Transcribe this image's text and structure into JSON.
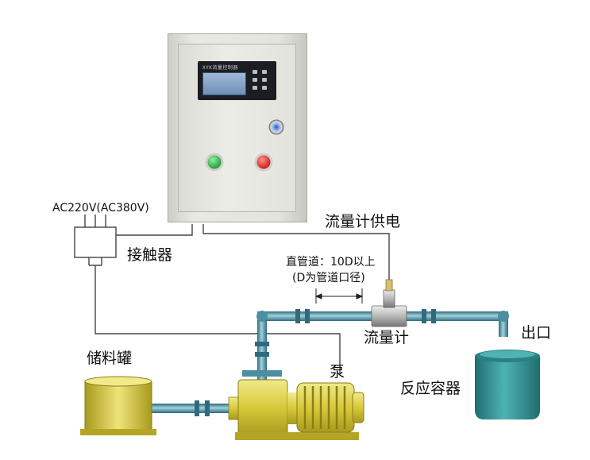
{
  "labels": {
    "power": "AC220V(AC380V)",
    "contactor": "接触器",
    "flowmeter_power": "流量计供电",
    "straight_pipe_line1": "直管道：10D以上",
    "straight_pipe_line2": "(D为管道口径)",
    "flowmeter": "流量计",
    "outlet": "出口",
    "storage_tank": "储料罐",
    "pump": "泵",
    "reactor": "反应容器"
  },
  "controller": {
    "title": "XYK流量控制器"
  },
  "colors": {
    "pipe": "#3f7f93",
    "pipe_highlight": "#9fd2dd",
    "tank_yellow": "#d8c93a",
    "reactor_teal": "#2f8f92",
    "start_button": "#2fae43",
    "stop_button": "#e0302b",
    "wire": "#444444"
  }
}
